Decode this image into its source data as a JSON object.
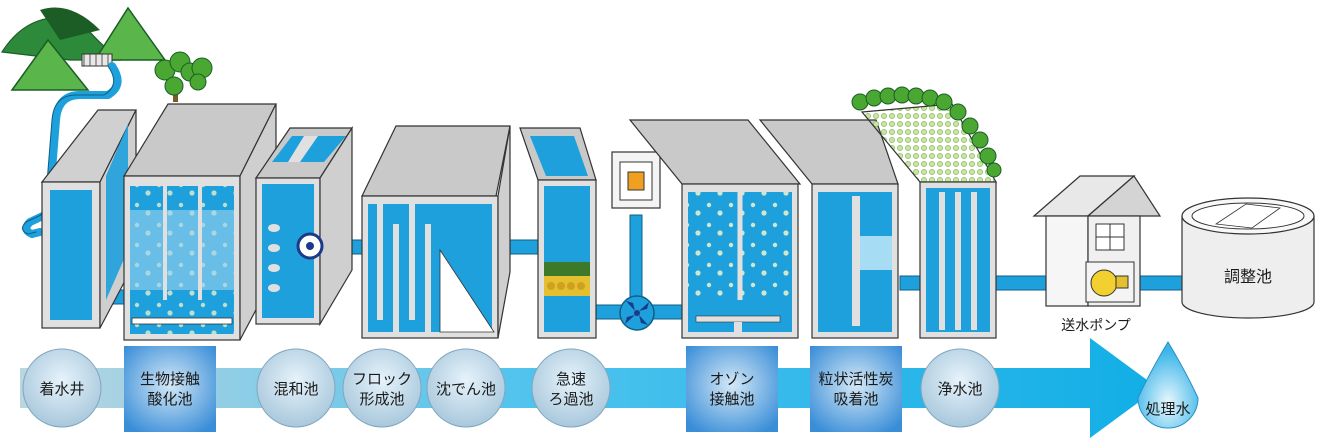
{
  "stages": [
    {
      "id": "chakusuisei",
      "lines": [
        "着水井"
      ],
      "shape": "circle"
    },
    {
      "id": "seibutsu",
      "lines": [
        "生物接触",
        "酸化池"
      ],
      "shape": "square"
    },
    {
      "id": "konwa",
      "lines": [
        "混和池"
      ],
      "shape": "circle"
    },
    {
      "id": "floc",
      "lines": [
        "フロック",
        "形成池"
      ],
      "shape": "circle"
    },
    {
      "id": "chinden",
      "lines": [
        "沈でん池"
      ],
      "shape": "circle"
    },
    {
      "id": "kyusoku",
      "lines": [
        "急速",
        "ろ過池"
      ],
      "shape": "circle"
    },
    {
      "id": "ozone",
      "lines": [
        "オゾン",
        "接触池"
      ],
      "shape": "square"
    },
    {
      "id": "kasseitan",
      "lines": [
        "粒状活性炭",
        "吸着池"
      ],
      "shape": "square"
    },
    {
      "id": "josui",
      "lines": [
        "浄水池"
      ],
      "shape": "circle"
    }
  ],
  "pump_label": "送水ポンプ",
  "adjust_tank_label": "調整池",
  "treated_water_label": "処理水",
  "colors": {
    "water": "#1ea0dc",
    "water_light": "#a6dcf4",
    "wall": "#dcdcdc",
    "wall_stroke": "#333333",
    "roof": "#c9c9c9",
    "green": "#4aa832",
    "arrow": "#2bb6e8"
  }
}
